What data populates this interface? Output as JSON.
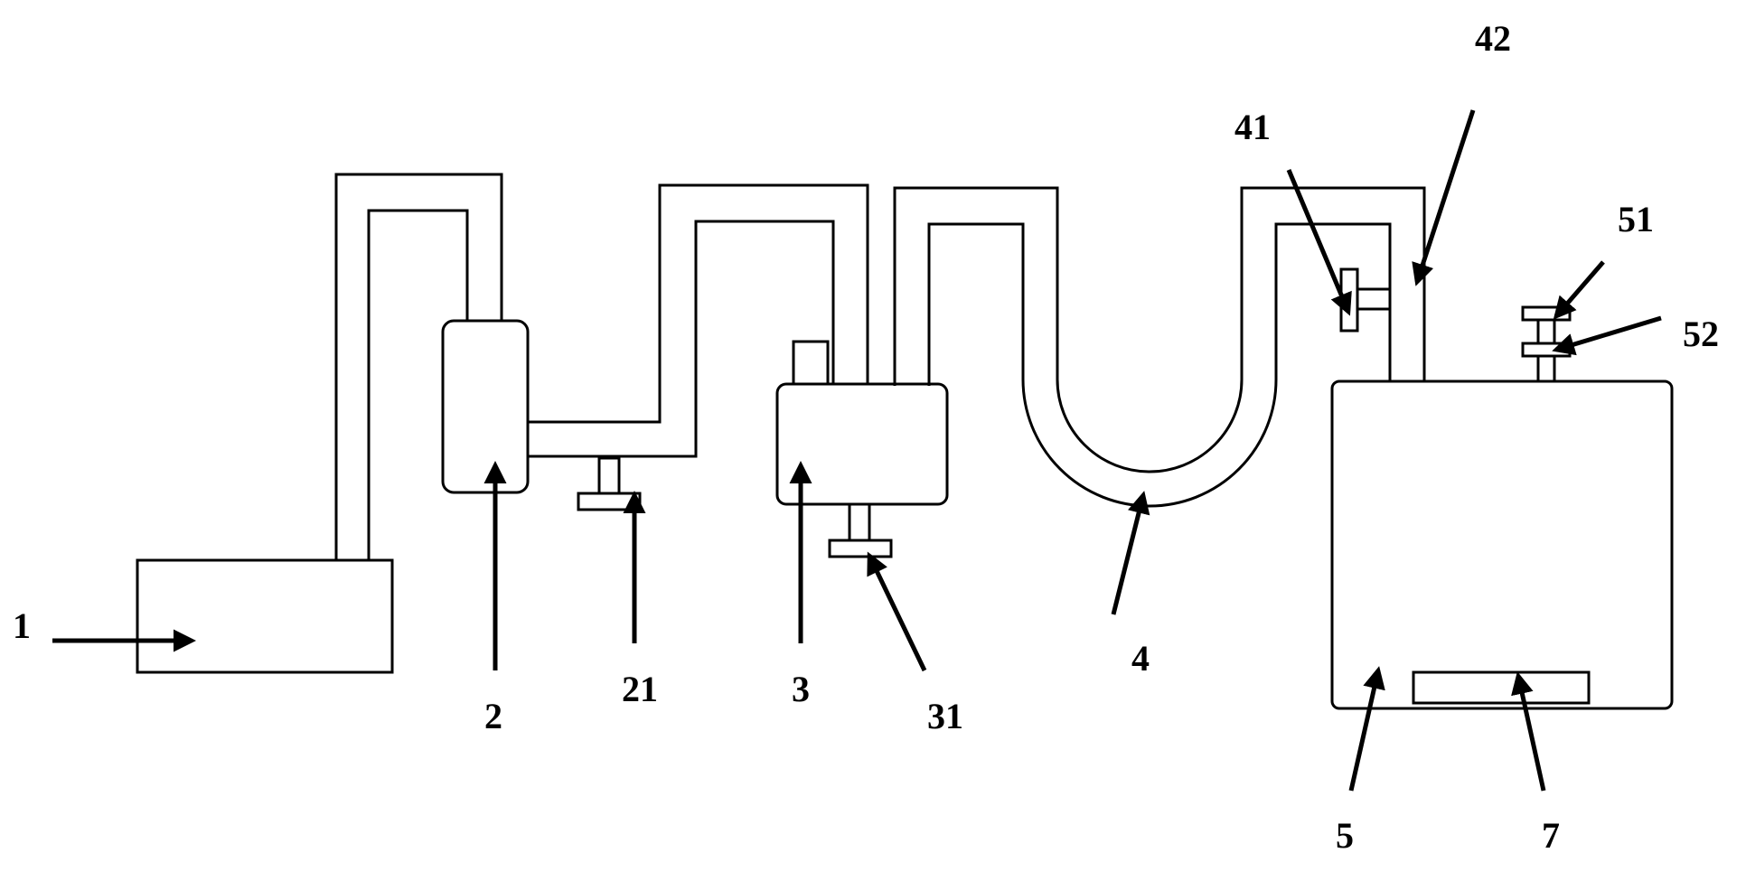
{
  "labels": {
    "l1": "1",
    "l2": "2",
    "l21": "21",
    "l3": "3",
    "l31": "31",
    "l4": "4",
    "l41": "41",
    "l42": "42",
    "l5": "5",
    "l51": "51",
    "l52": "52",
    "l7": "7"
  }
}
